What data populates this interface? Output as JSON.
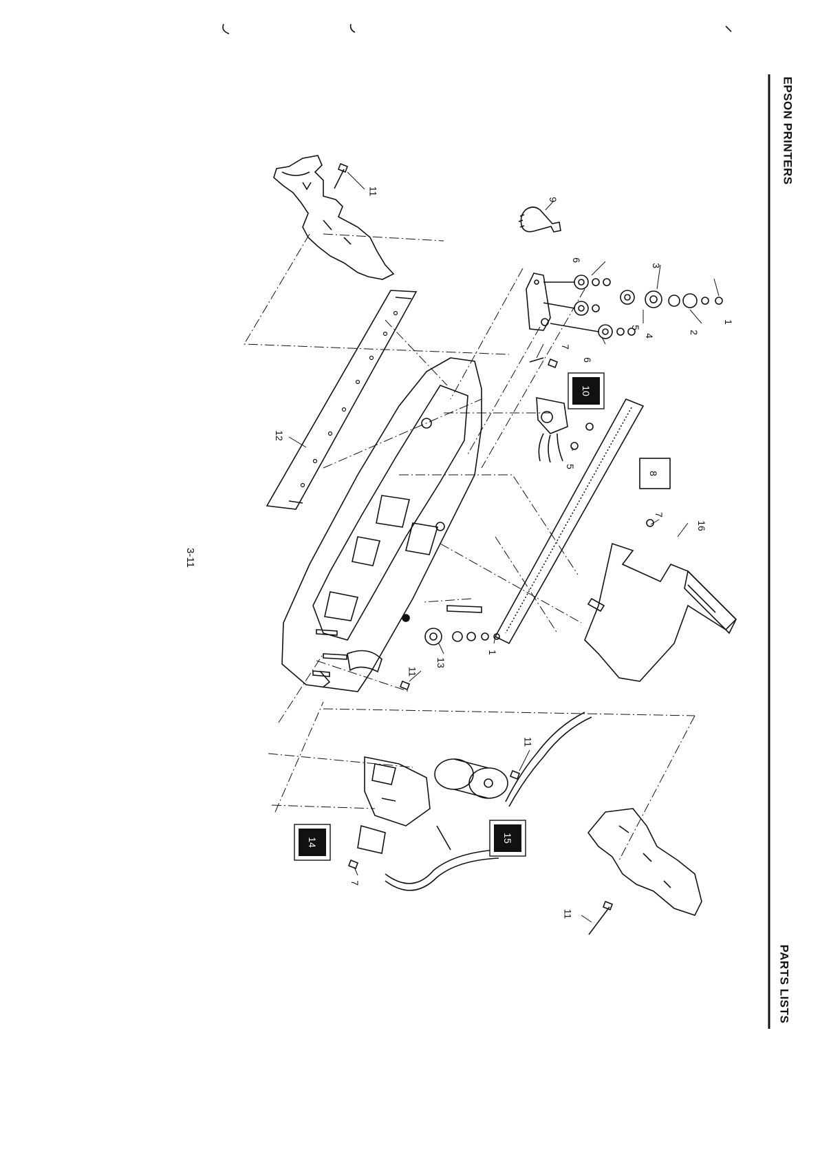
{
  "header": {
    "left_title": "EPSON PRINTERS",
    "right_title": "PARTS LISTS"
  },
  "footer": {
    "page_number": "3-11"
  },
  "callouts": {
    "c1a": "1",
    "c2": "2",
    "c3": "3",
    "c4": "4",
    "c5a": "5",
    "c6a": "6",
    "c6b": "6",
    "c7a": "7",
    "c9": "9",
    "c11a": "11",
    "c12": "12",
    "c5b": "5",
    "c7b": "7",
    "c16": "16",
    "c11b": "11",
    "c13": "13",
    "c1b": "1",
    "c11c": "11",
    "c7c": "7",
    "c11d": "11"
  },
  "boxed_callouts": {
    "b10": "10",
    "b8": "8",
    "b14": "14",
    "b15": "15"
  }
}
